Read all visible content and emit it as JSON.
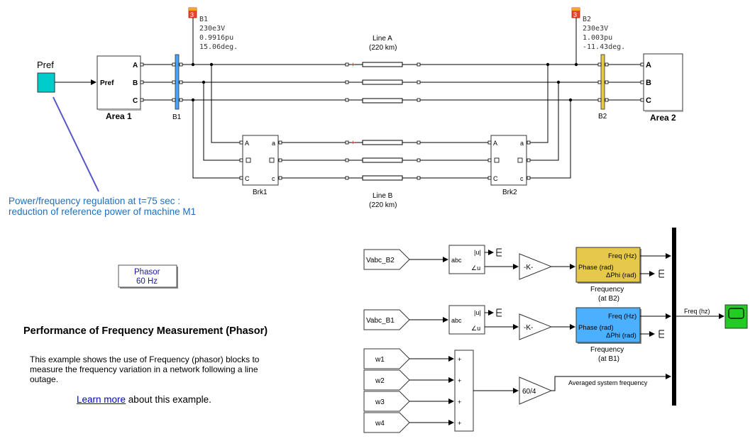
{
  "pref_block": {
    "label": "Pref",
    "color": "#00cccc"
  },
  "area1": {
    "name": "Area 1",
    "port_in": "Pref",
    "ports": [
      "A",
      "B",
      "C"
    ]
  },
  "area2": {
    "name": "Area 2",
    "ports": [
      "A",
      "B",
      "C"
    ]
  },
  "bus_b1": {
    "name": "B1",
    "color": "#4aa3ff",
    "measure": {
      "name": "B1",
      "voltage": "230e3V",
      "pu": "0.9916pu",
      "angle": "15.06deg."
    }
  },
  "bus_b2": {
    "name": "B2",
    "color": "#e6cc44",
    "measure": {
      "name": "B2",
      "voltage": "230e3V",
      "pu": "1.003pu",
      "angle": "-11.43deg."
    }
  },
  "measure_icon_glyph": "3",
  "line_a": {
    "name": "Line A",
    "length": "(220 km)"
  },
  "line_b": {
    "name": "Line B",
    "length": "(220 km)"
  },
  "brk1": {
    "name": "Brk1",
    "ports_in": [
      "A",
      "",
      "C"
    ],
    "ports_out": [
      "a",
      "",
      "c"
    ]
  },
  "brk2": {
    "name": "Brk2",
    "ports_in": [
      "A",
      "",
      "C"
    ],
    "ports_out": [
      "a",
      "",
      "c"
    ]
  },
  "annotation": {
    "line1": "Power/frequency regulation at t=75 sec :",
    "line2": "reduction of reference power of machine M1"
  },
  "powergui": {
    "line1": "Phasor",
    "line2": "60 Hz"
  },
  "title": "Performance of Frequency Measurement (Phasor)",
  "description": "This example shows the use of Frequency (phasor) blocks to measure the frequency variation in a network following a line outage.",
  "learn_more": {
    "link": "Learn more",
    "rest": " about this example."
  },
  "goto_b2": "Vabc_B2",
  "goto_b1": "Vabc_B1",
  "cplx_port_in": "abc",
  "cplx_port_mag": "|u|",
  "cplx_port_ang": "∠u",
  "gain_label": "-K-",
  "freq_block": {
    "port_freq": "Freq (Hz)",
    "port_phase": "Phase (rad)",
    "port_dphi": "ΔPhi (rad)"
  },
  "freq_b2": {
    "line1": "Frequency",
    "line2": "(at B2)",
    "color": "#e6c84a"
  },
  "freq_b1": {
    "line1": "Frequency",
    "line2": "(at B1)",
    "color": "#4ab0ff"
  },
  "w_inputs": [
    "w1",
    "w2",
    "w3",
    "w4"
  ],
  "sum_signs": [
    "+",
    "+",
    "+",
    "+"
  ],
  "avg_gain": "60/4",
  "avg_label": "Averaged system frequency",
  "freq_signal_label": "Freq (hz)",
  "scope_color": "#22cc22"
}
